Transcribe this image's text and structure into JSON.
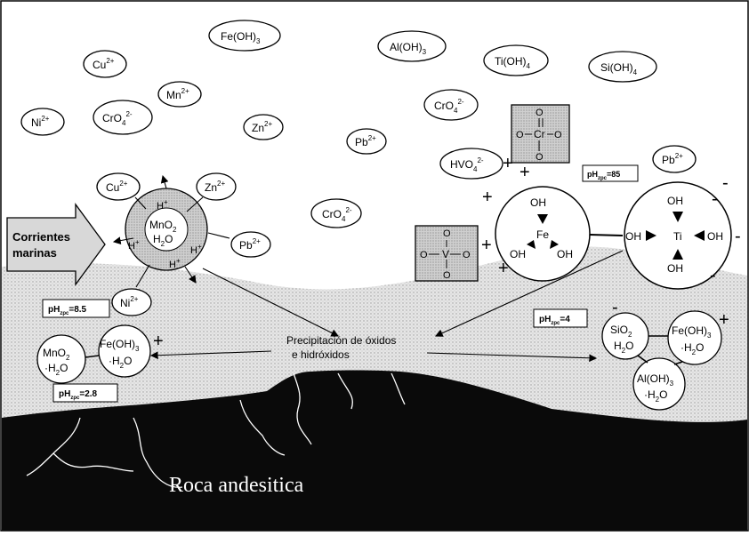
{
  "ions": {
    "cu2_top": {
      "base": "Cu",
      "sup": "2+"
    },
    "feoh3_top": {
      "base": "Fe(OH)",
      "sub": "3"
    },
    "aloh3_top": {
      "base": "Al(OH)",
      "sub": "3"
    },
    "tioh4_top": {
      "base": "Ti(OH)",
      "sub": "4"
    },
    "sioh4_top": {
      "base": "Si(OH)",
      "sub": "4"
    },
    "ni2_top": {
      "base": "Ni",
      "sup": "2+"
    },
    "cro4_left": {
      "base": "CrO",
      "sub": "4",
      "sup": "2-"
    },
    "mn2_top": {
      "base": "Mn",
      "sup": "2+"
    },
    "zn2_mid": {
      "base": "Zn",
      "sup": "2+"
    },
    "pb2_mid": {
      "base": "Pb",
      "sup": "2+"
    },
    "cro4_right": {
      "base": "CrO",
      "sub": "4",
      "sup": "2-"
    },
    "hvo4": {
      "base": "HVO",
      "sub": "4",
      "sup": "2-"
    },
    "pb2_right": {
      "base": "Pb",
      "sup": "2+"
    },
    "cro4_center": {
      "base": "CrO",
      "sub": "4",
      "sup": "2-"
    },
    "cu2_mno2": {
      "base": "Cu",
      "sup": "2+"
    },
    "zn2_mno2": {
      "base": "Zn",
      "sup": "2+"
    },
    "pb2_mno2": {
      "base": "Pb",
      "sup": "2+"
    },
    "ni2_mno2": {
      "base": "Ni",
      "sup": "2+"
    }
  },
  "mno2_particle": {
    "core_line1": {
      "base": "MnO",
      "sub": "2"
    },
    "core_line2": {
      "base": "H",
      "sub": "2",
      "tail": "O"
    },
    "h_label": "H",
    "h_sup": "+"
  },
  "fe_particle": {
    "center": "Fe",
    "oh": "OH",
    "charge_plus": "+"
  },
  "ti_particle": {
    "center": "Ti",
    "oh": "OH",
    "charge_minus": "-"
  },
  "chromate_box": {
    "center": "Cr",
    "o": "O"
  },
  "vanadate_box": {
    "center": "V",
    "o": "O"
  },
  "currents_arrow": {
    "line1": "Corrientes",
    "line2": "marinas"
  },
  "ph_labels": {
    "ph_85_center": {
      "base": "pH",
      "sub": "zpc",
      "tail": "=85"
    },
    "ph_85_left": {
      "base": "pH",
      "sub": "zpc",
      "tail": "=8.5"
    },
    "ph_28": {
      "base": "pH",
      "sub": "zpc",
      "tail": "=2.8"
    },
    "ph_4": {
      "base": "pH",
      "sub": "zpc",
      "tail": "=4"
    }
  },
  "precipitation": {
    "line1": "Precipitación de óxidos",
    "line2": "e hidróxidos"
  },
  "sediment_left": {
    "mno2": {
      "base": "MnO",
      "sub": "2"
    },
    "mno2_h2o": {
      "pre": "·",
      "base": "H",
      "sub": "2",
      "tail": "O"
    },
    "feoh3": {
      "base": "Fe(OH)",
      "sub": "3"
    },
    "feoh3_h2o": {
      "pre": "·",
      "base": "H",
      "sub": "2",
      "tail": "O"
    },
    "plus": "+"
  },
  "sediment_right": {
    "sio2": {
      "base": "SiO",
      "sub": "2"
    },
    "sio2_h2o": {
      "base": "H",
      "sub": "2",
      "tail": "O"
    },
    "feoh3": {
      "base": "Fe(OH)",
      "sub": "3"
    },
    "feoh3_h2o": {
      "pre": "·",
      "base": "H",
      "sub": "2",
      "tail": "O"
    },
    "aloh3": {
      "base": "Al(OH)",
      "sub": "3"
    },
    "aloh3_h2o": {
      "pre": "·",
      "base": "H",
      "sub": "2",
      "tail": "O"
    },
    "minus": "-",
    "plus": "+"
  },
  "rock_label": "Roca andesitica",
  "colors": {
    "background": "#ffffff",
    "sediment": "#d8d8d8",
    "rock": "#0a0a0a",
    "box": "#c8c8c8",
    "mno2_ring": "#b8b8b8"
  }
}
